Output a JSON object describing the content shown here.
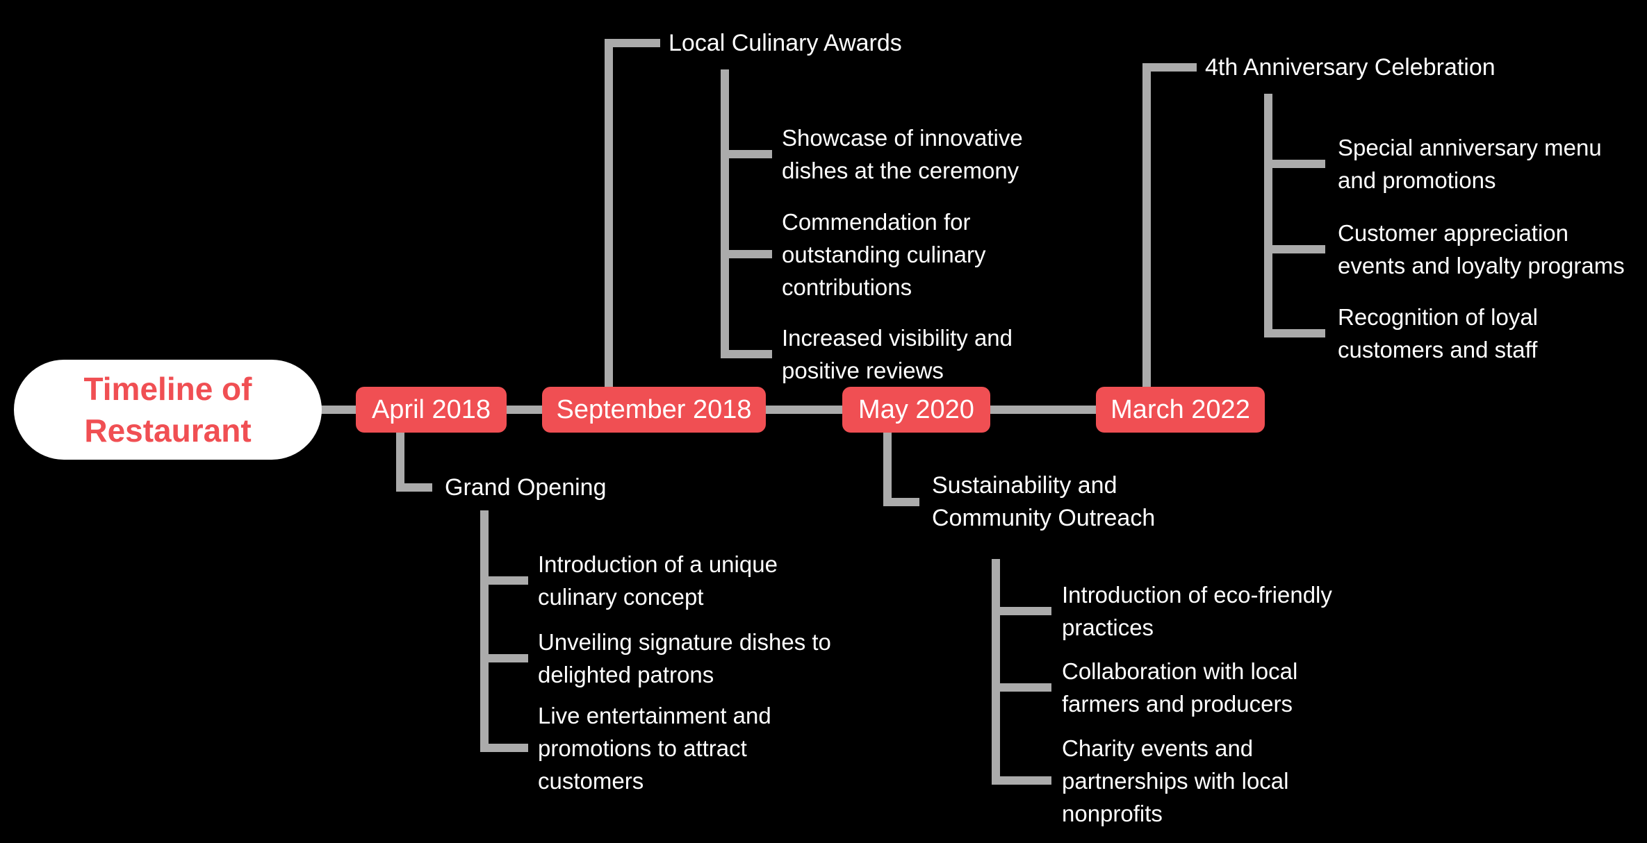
{
  "colors": {
    "background": "#000000",
    "accent_red": "#F04F53",
    "connector_gray": "#ABABAB",
    "node_text": "#FFFFFF",
    "root_background": "#FFFFFF",
    "root_text": "#F04F53"
  },
  "root": {
    "title": "Timeline of\nRestaurant"
  },
  "timeline": {
    "nodes": [
      "April 2018",
      "September 2018",
      "May 2020",
      "March 2022"
    ]
  },
  "branches": [
    {
      "date": "April 2018",
      "direction": "below",
      "title": "Grand Opening",
      "items": [
        "Introduction of a unique\nculinary concept",
        "Unveiling signature dishes to\ndelighted patrons",
        "Live entertainment and\npromotions to attract\ncustomers"
      ]
    },
    {
      "date": "September 2018",
      "direction": "above",
      "title": "Local Culinary Awards",
      "items": [
        "Showcase of innovative\ndishes at the ceremony",
        "Commendation for\noutstanding culinary\ncontributions",
        "Increased visibility and\npositive reviews"
      ]
    },
    {
      "date": "May 2020",
      "direction": "below",
      "title": "Sustainability and\nCommunity Outreach",
      "items": [
        "Introduction of eco-friendly\npractices",
        "Collaboration with local\nfarmers and producers",
        "Charity events and\npartnerships with local\nnonprofits"
      ]
    },
    {
      "date": "March 2022",
      "direction": "above",
      "title": "4th Anniversary Celebration",
      "items": [
        "Special anniversary menu\nand promotions",
        "Customer appreciation\nevents and loyalty programs",
        "Recognition of loyal\ncustomers and staff"
      ]
    }
  ]
}
